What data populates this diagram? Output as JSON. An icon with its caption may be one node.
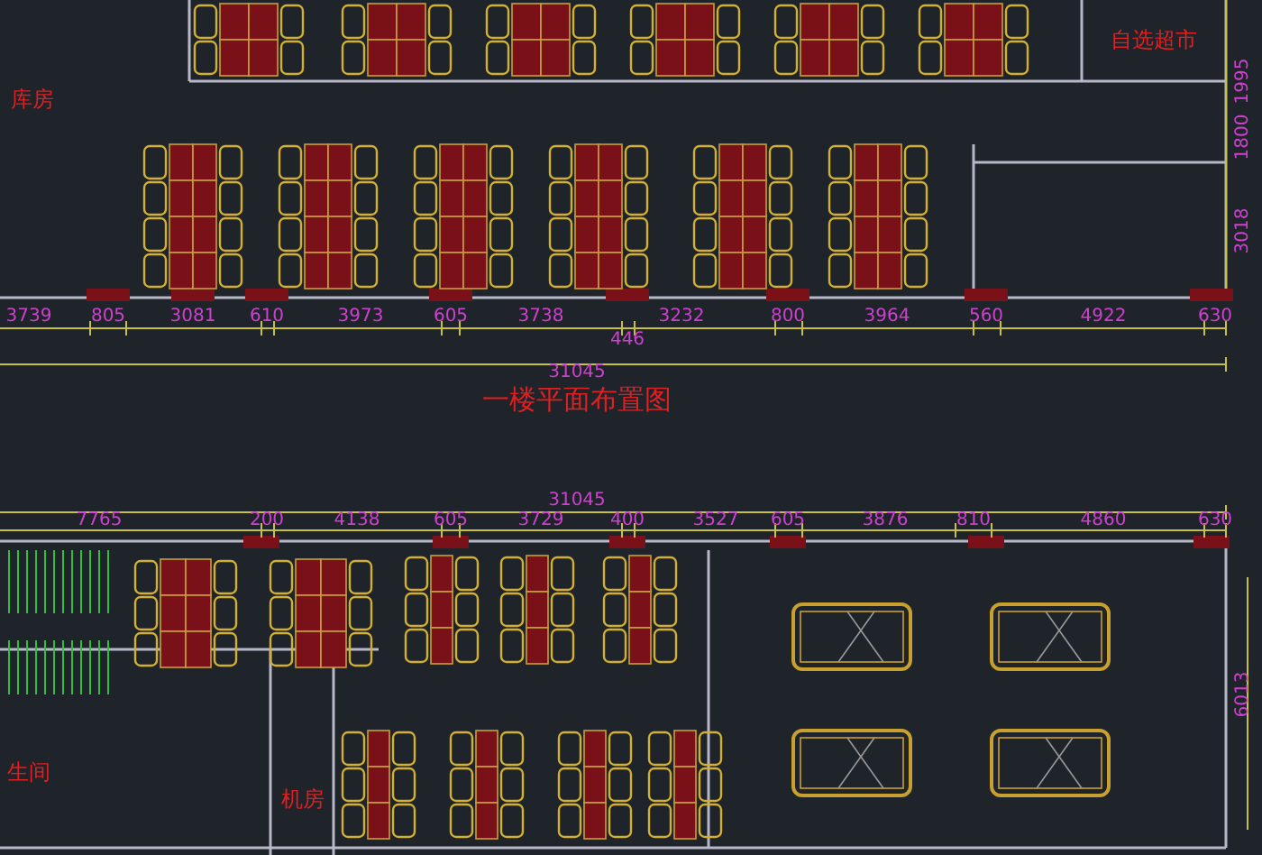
{
  "diagram": {
    "title": "一楼平面布置图",
    "nodes": [
      {
        "text": [
          "库房"
        ]
      },
      {
        "text": [
          "自选超市"
        ]
      },
      {
        "text": [
          "生间"
        ]
      },
      {
        "text": [
          "机房"
        ]
      }
    ],
    "edges": [],
    "labels": [
      "3739",
      "805",
      "3081",
      "610",
      "3973",
      "605",
      "3738",
      "446",
      "3232",
      "800",
      "3964",
      "560",
      "4922",
      "630",
      "31045",
      "1995",
      "1800",
      "3018",
      "31045",
      "7765",
      "200",
      "4138",
      "605",
      "3729",
      "400",
      "3527",
      "605",
      "3876",
      "810",
      "4860",
      "630",
      "6013"
    ]
  }
}
